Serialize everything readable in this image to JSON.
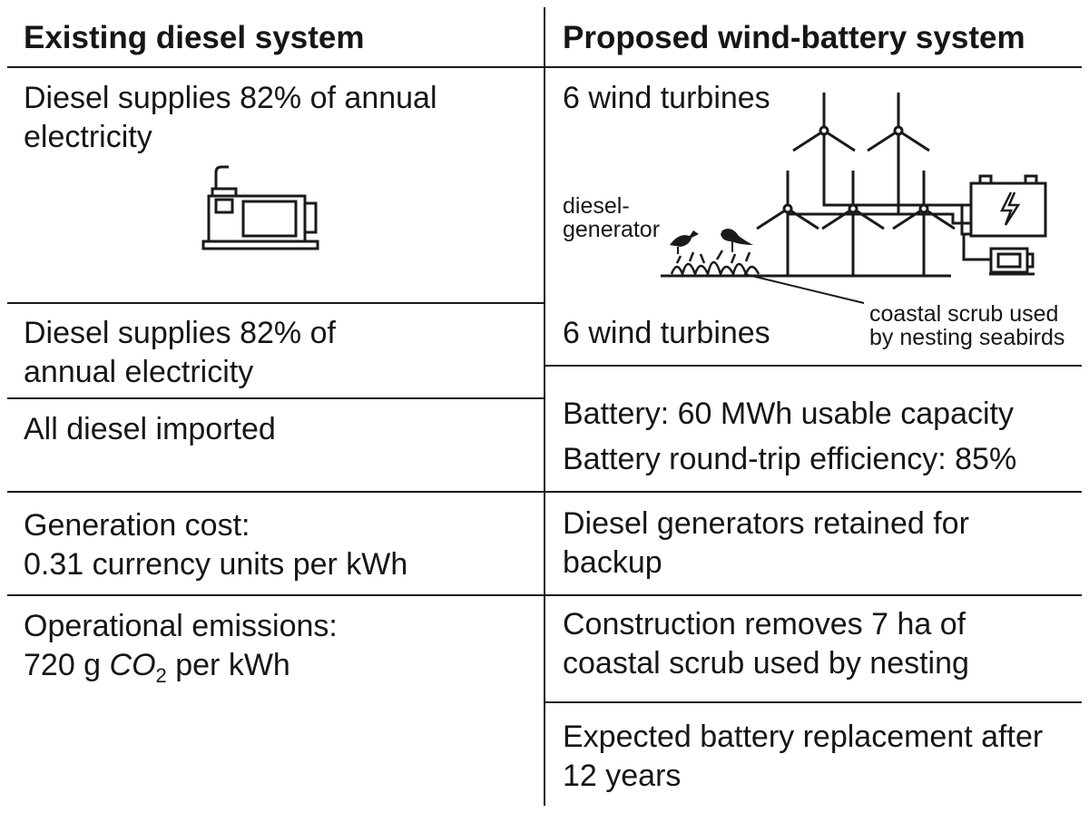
{
  "left": {
    "header": "Existing diesel system",
    "cells": [
      {
        "lines": [
          "Diesel supplies 82% of annual",
          "electricity"
        ]
      },
      {
        "lines": [
          "Diesel supplies 82% of",
          "annual electricity"
        ]
      },
      {
        "lines": [
          "All diesel imported"
        ]
      },
      {
        "lines": [
          "Generation cost:",
          "0.31 currency units per kWh"
        ]
      },
      {
        "lines": [
          "Operational emissions:"
        ],
        "emissions": {
          "prefix": "720 g ",
          "symbol": "CO",
          "subscript": "2",
          "suffix": " per kWh"
        }
      }
    ]
  },
  "right": {
    "header": "Proposed wind-battery system",
    "cells": [
      {
        "lines": [
          "6 wind turbines"
        ]
      },
      {
        "lines": [
          "6 wind turbines"
        ]
      },
      {
        "lines": [
          "Battery: 60 MWh usable capacity",
          "Battery round-trip efficiency: 85%"
        ]
      },
      {
        "lines": [
          "Diesel generators retained for",
          "backup"
        ]
      },
      {
        "lines": [
          "Construction removes 7 ha of",
          "coastal scrub used by nesting"
        ]
      },
      {
        "lines": [
          "Expected battery replacement after",
          "12 years"
        ]
      }
    ]
  },
  "illustration": {
    "generator_label": [
      "diesel-",
      "generator"
    ],
    "scrub_label": [
      "coastal scrub used",
      "by nesting seabirds"
    ],
    "icons": [
      "diesel-generator-icon",
      "wind-turbine-icon",
      "battery-icon",
      "seabird-icon",
      "scrub-icon"
    ]
  }
}
